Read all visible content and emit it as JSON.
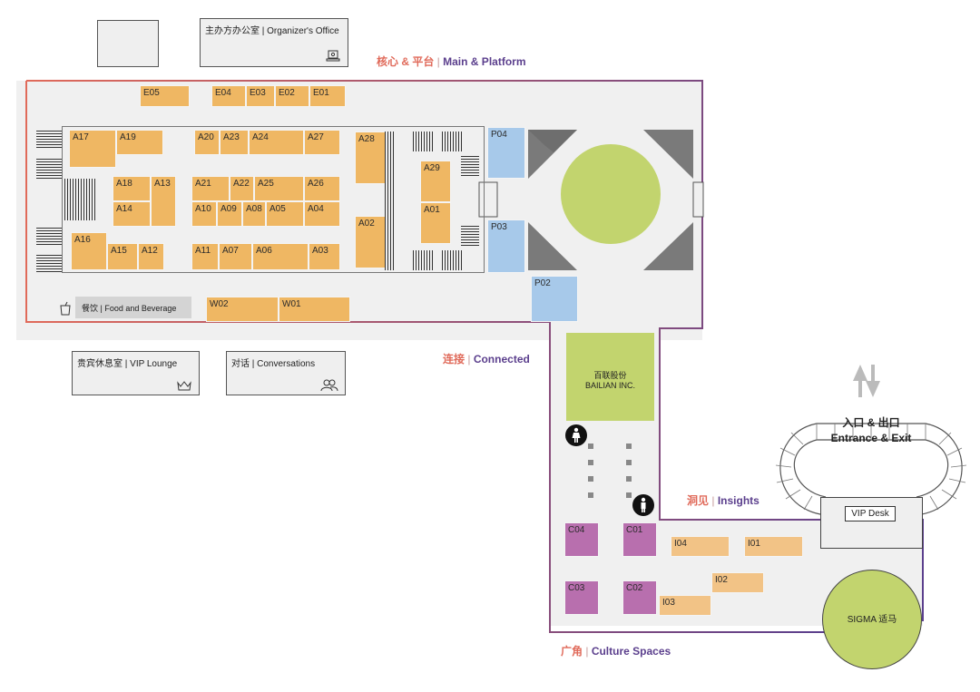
{
  "rooms": {
    "organizer": "主办方办公室 | Organizer's Office",
    "food": "餐饮 | Food and Beverage",
    "vip_lounge": "贵宾休息室 | VIP Lounge",
    "conversations": "对话 | Conversations",
    "vip_desk": "VIP Desk"
  },
  "zones": {
    "main": {
      "cn": "核心 & 平台",
      "en": "Main & Platform"
    },
    "connected": {
      "cn": "连接",
      "en": "Connected"
    },
    "insights": {
      "cn": "洞见",
      "en": "Insights"
    },
    "culture": {
      "cn": "广角",
      "en": "Culture Spaces"
    }
  },
  "entrance": {
    "cn": "入口 & 出口",
    "en": "Entrance & Exit"
  },
  "bailian": {
    "cn": "百联股份",
    "en": "BAILIAN INC."
  },
  "sigma": "SIGMA 适马",
  "booths": {
    "E05": "E05",
    "E04": "E04",
    "E03": "E03",
    "E02": "E02",
    "E01": "E01",
    "A17": "A17",
    "A19": "A19",
    "A20": "A20",
    "A23": "A23",
    "A24": "A24",
    "A27": "A27",
    "A28": "A28",
    "A29": "A29",
    "A18": "A18",
    "A13": "A13",
    "A21": "A21",
    "A22": "A22",
    "A25": "A25",
    "A26": "A26",
    "A14": "A14",
    "A10": "A10",
    "A09": "A09",
    "A08": "A08",
    "A05": "A05",
    "A04": "A04",
    "A01": "A01",
    "A02": "A02",
    "A16": "A16",
    "A15": "A15",
    "A12": "A12",
    "A11": "A11",
    "A07": "A07",
    "A06": "A06",
    "A03": "A03",
    "W02": "W02",
    "W01": "W01",
    "P04": "P04",
    "P03": "P03",
    "P02": "P02",
    "C04": "C04",
    "C01": "C01",
    "C03": "C03",
    "C02": "C02",
    "I04": "I04",
    "I01": "I01",
    "I02": "I02",
    "I03": "I03"
  },
  "colors": {
    "main_booth": "#efb763",
    "platform": "#a7c9ea",
    "culture": "#b86fae",
    "insights": "#f2c386",
    "green": "#c2d46e",
    "outline_main": "#e06a5a",
    "outline_connected": "#5b3f8d"
  }
}
